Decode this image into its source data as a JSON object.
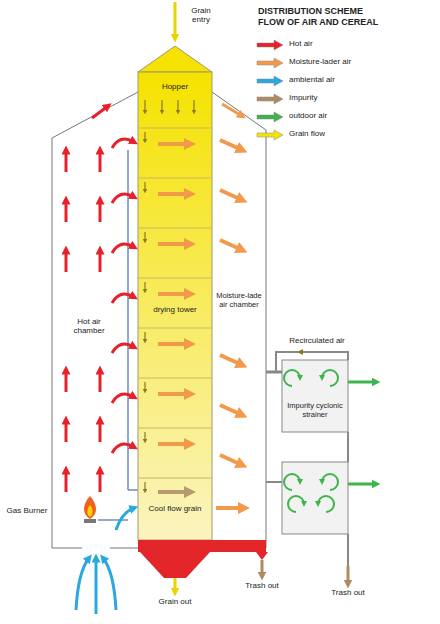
{
  "diagram": {
    "title": "DISTRIBUTION SCHEME FLOW OF AIR AND CEREAL",
    "nodes": [
      {
        "text": [
          "Hot air chamber"
        ]
      },
      {
        "text": [
          "drying tower"
        ]
      },
      {
        "text": [
          "Hopper"
        ],
        "in": 1
      },
      {
        "text": [
          "Cool flow grain"
        ],
        "in": 1
      },
      {
        "text": [
          "Moisture-lade air chamber"
        ]
      },
      {
        "text": [
          "Impurity cyclonic strainer"
        ]
      }
    ],
    "edges": [
      {
        "from": 4,
        "to": 5,
        "arrow": "none"
      }
    ],
    "labels": [
      "Grain entry",
      "Recirculated air",
      "Gas Burner",
      "Grain out",
      "Trash out",
      "Trash out"
    ],
    "legend": [
      {
        "text": "Hot air",
        "color": "#e8202a"
      },
      {
        "text": "Moisture-lader air",
        "color": "#f39a4a"
      },
      {
        "text": "ambiental air",
        "color": "#2aa8e0"
      },
      {
        "text": "Impurity",
        "color": "#b08a60"
      },
      {
        "text": "outdoor air",
        "color": "#3db54a"
      },
      {
        "text": "Grain flow",
        "color": "#f5e400"
      }
    ]
  }
}
